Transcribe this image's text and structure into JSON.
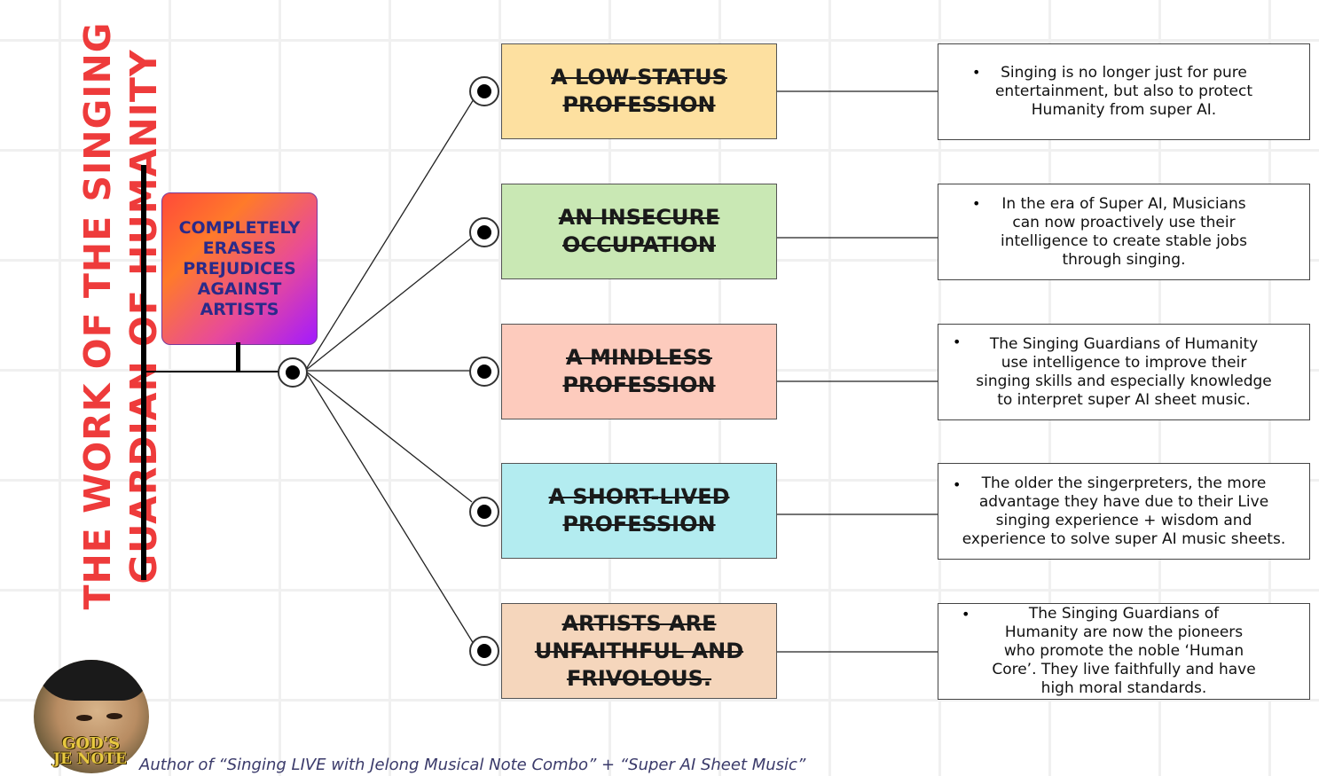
{
  "title": {
    "line1": "THE WORK OF THE SINGING",
    "line2": "GUARDIAN OF HUMANITY"
  },
  "root": {
    "label": "COMPLETELY\nERASES\nPREJUDICES\nAGAINST\nARTISTS"
  },
  "branches": [
    {
      "prejudice": "A LOW-STATUS\nPROFESSION",
      "color": "#fde0a0",
      "description": "Singing is no longer just for pure\nentertainment, but also to protect\nHumanity from super AI."
    },
    {
      "prejudice": "AN INSECURE\nOCCUPATION",
      "color": "#c9e8b4",
      "description": "In the era of Super AI, Musicians\ncan now proactively use their\nintelligence to create stable jobs\nthrough singing."
    },
    {
      "prejudice": "A MINDLESS\nPROFESSION",
      "color": "#fdcbbd",
      "description": "The Singing Guardians of Humanity\nuse intelligence to improve their\nsinging skills and especially knowledge\nto interpret super AI sheet music."
    },
    {
      "prejudice": "A SHORT-LIVED\nPROFESSION",
      "color": "#b3ecf0",
      "description": "The older the singerpreters, the more\nadvantage they have due to their Live\nsinging experience + wisdom and\nexperience to solve super AI music sheets."
    },
    {
      "prejudice": "ARTISTS ARE\nUNFAITHFUL AND\nFRIVOLOUS.",
      "color": "#f5d6bc",
      "description": "The Singing Guardians of\nHumanity are now the pioneers\nwho promote the noble ‘Human\nCore’. They live faithfully and have\nhigh moral standards."
    }
  ],
  "logo": {
    "line1": "GOD'S",
    "line2": "JE NOTE"
  },
  "footer": "Author of “Singing LIVE with Jelong Musical Note Combo” + “Super AI Sheet Music”",
  "colors": {
    "title": "#ee3b3b",
    "root_gradient_start": "#ff4a3a",
    "root_gradient_end": "#a21aff",
    "root_text": "#2a2a8a"
  }
}
